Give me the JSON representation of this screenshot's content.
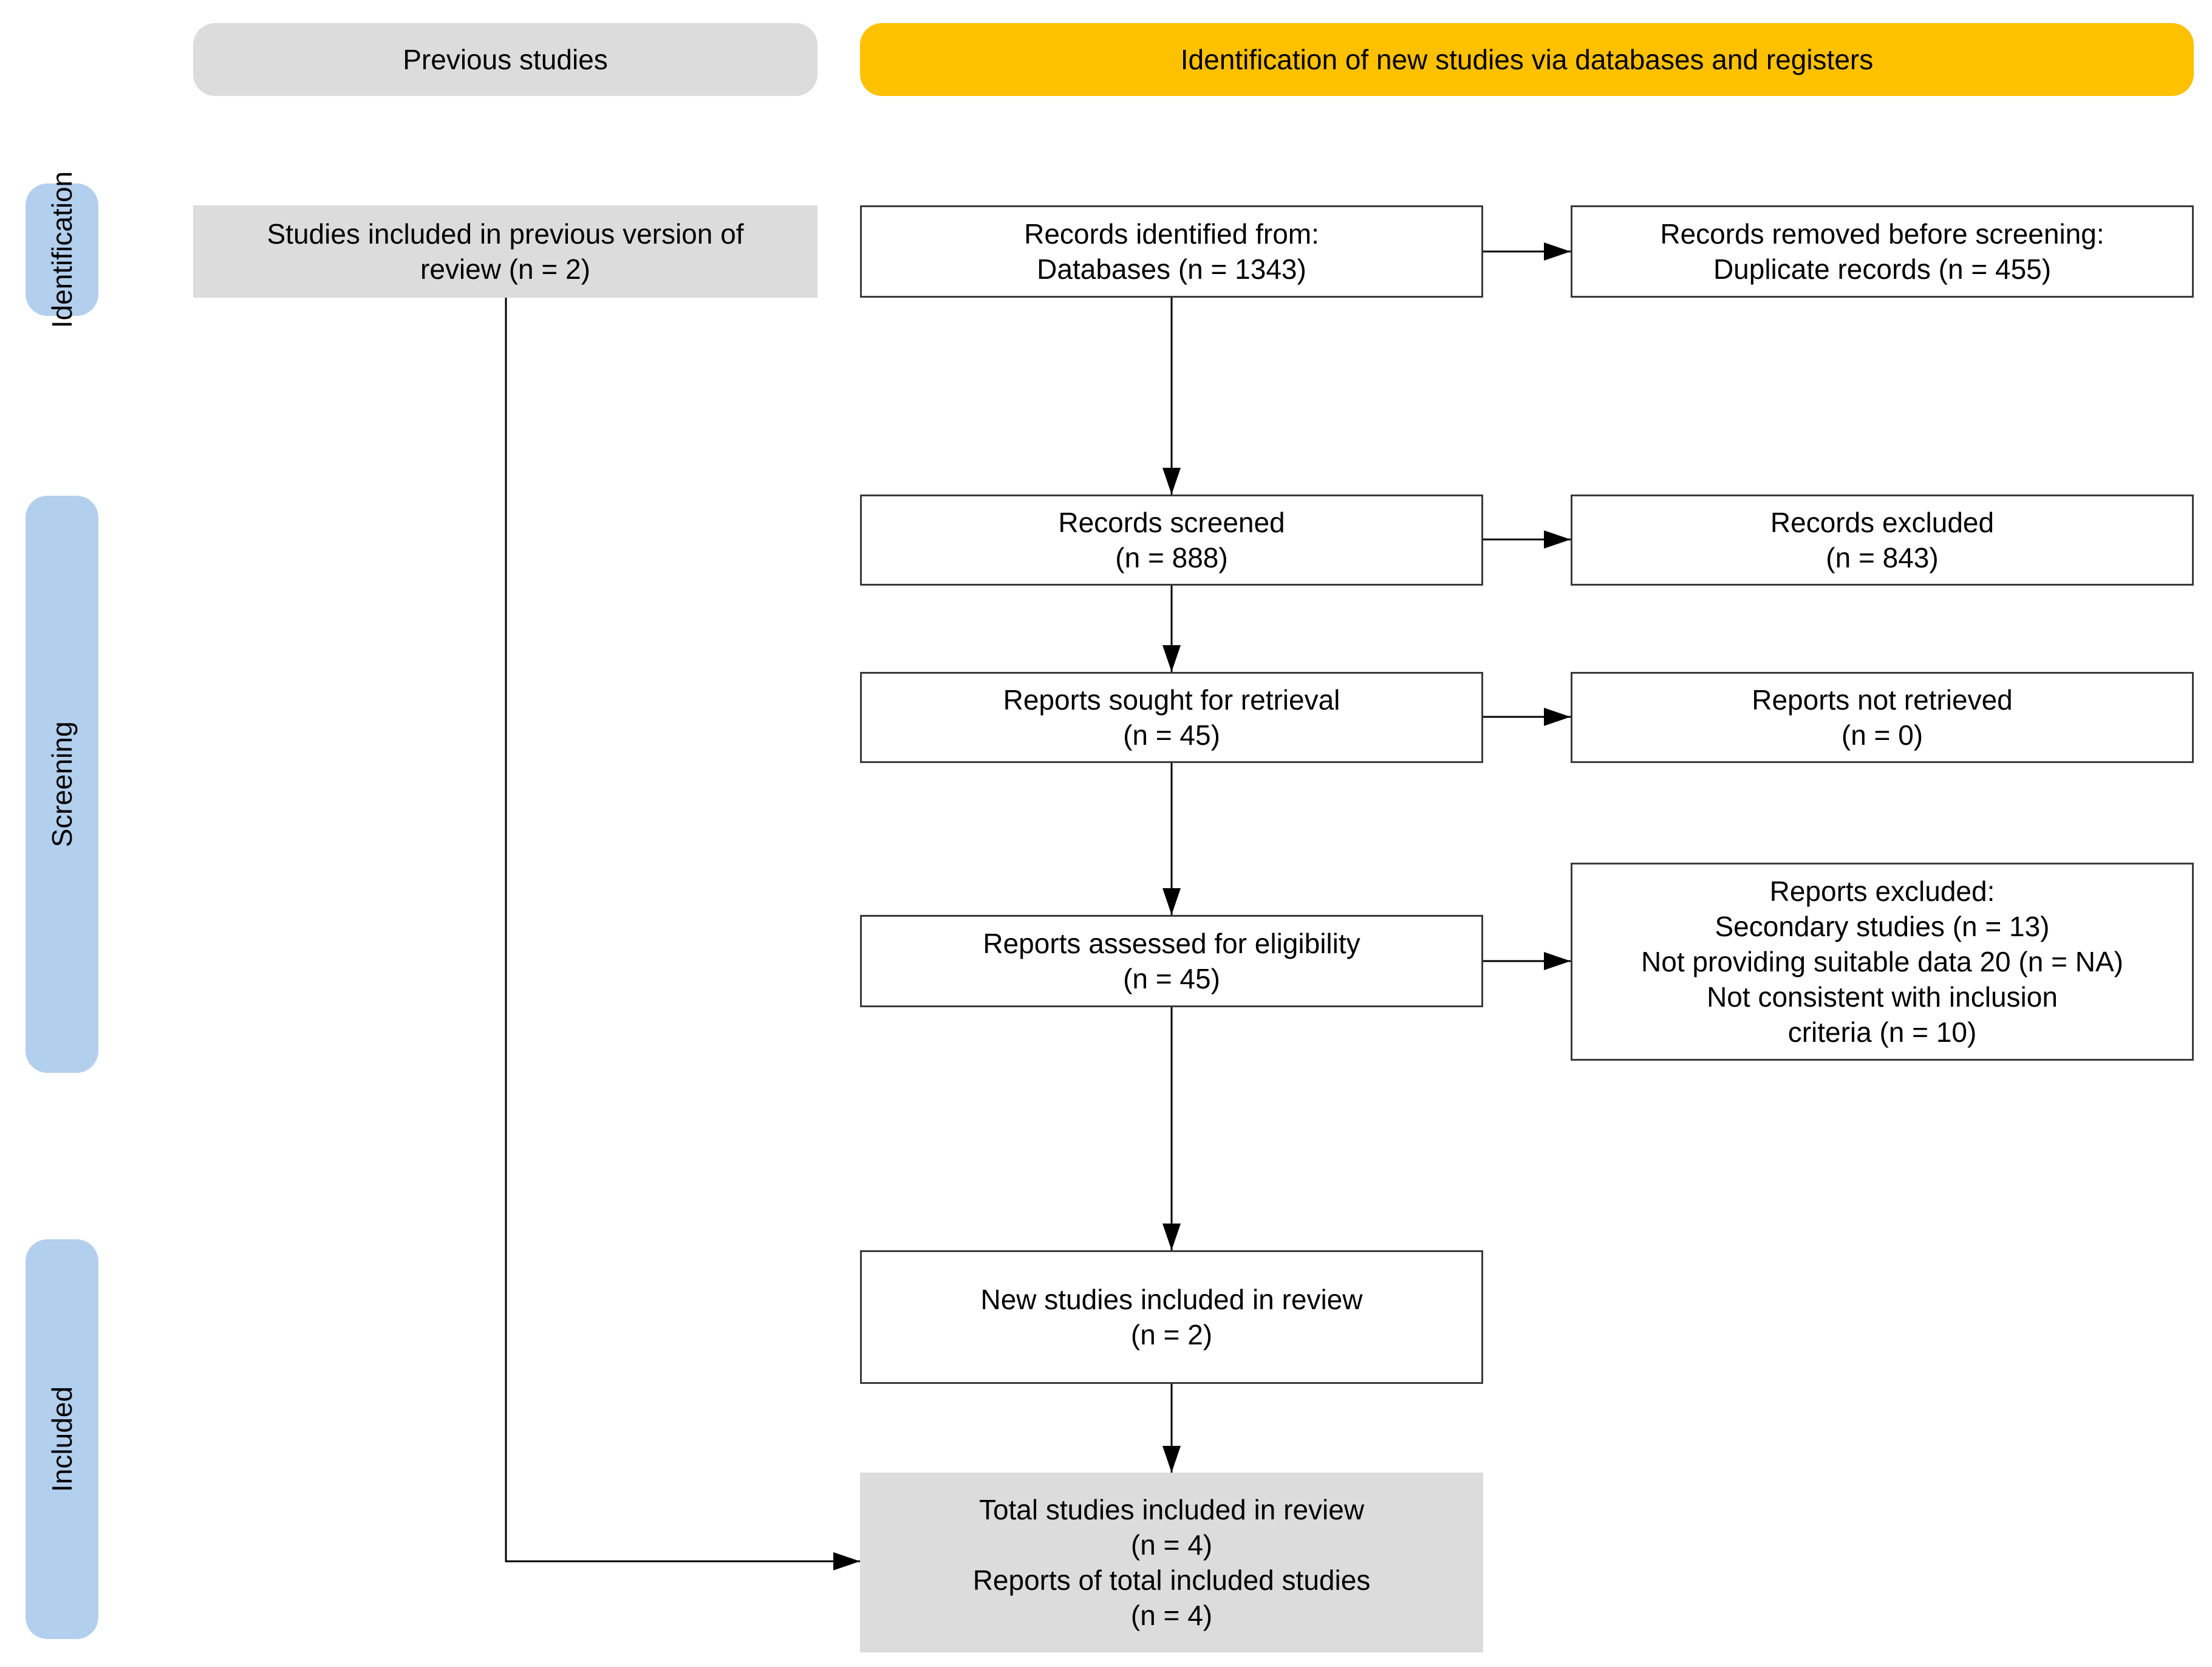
{
  "headers": {
    "previous": "Previous studies",
    "new": "Identification of new studies via databases and registers"
  },
  "phases": {
    "identification": "Identification",
    "screening": "Screening",
    "included": "Included"
  },
  "previous_box": {
    "line1": "Studies included in previous version of",
    "line2": "review (n = 2)"
  },
  "identified": {
    "line1": "Records identified from:",
    "line2": "Databases (n = 1343)"
  },
  "removed": {
    "line1": "Records removed before screening:",
    "line2": "Duplicate records (n = 455)"
  },
  "screened": {
    "line1": "Records screened",
    "line2": "(n = 888)"
  },
  "excluded": {
    "line1": "Records excluded",
    "line2": "(n = 843)"
  },
  "sought": {
    "line1": "Reports sought for retrieval",
    "line2": "(n = 45)"
  },
  "not_retrieved": {
    "line1": "Reports not retrieved",
    "line2": "(n = 0)"
  },
  "assessed": {
    "line1": "Reports assessed for eligibility",
    "line2": "(n = 45)"
  },
  "reports_excluded": {
    "line1": "Reports excluded:",
    "line2": "Secondary studies (n = 13)",
    "line3": "Not providing suitable data 20 (n = NA)",
    "line4": "Not consistent with inclusion",
    "line5": "criteria (n = 10)"
  },
  "new_included": {
    "line1": "New studies included in review",
    "line2": "(n = 2)"
  },
  "total": {
    "line1": "Total studies included in review",
    "line2": "(n = 4)",
    "line3": "Reports of total included studies",
    "line4": "(n = 4)"
  },
  "colors": {
    "header_previous": "#dcdcdc",
    "header_new": "#fdc100",
    "phase": "#b3cfee",
    "gray_box": "#dcdcdc"
  }
}
